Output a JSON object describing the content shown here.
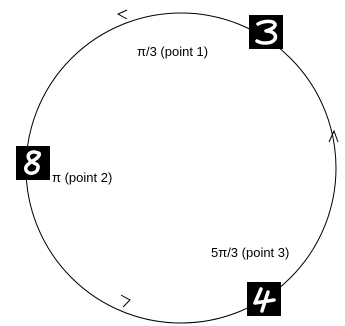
{
  "points": [
    {
      "label": "π/3 (point 1)",
      "digit": "3"
    },
    {
      "label": "π (point 2)",
      "digit": "8"
    },
    {
      "label": "5π/3 (point 3)",
      "digit": "4"
    }
  ],
  "colors": {
    "circle_stroke": "#000000",
    "tile_background": "#000000",
    "digit_stroke": "#ffffff"
  }
}
